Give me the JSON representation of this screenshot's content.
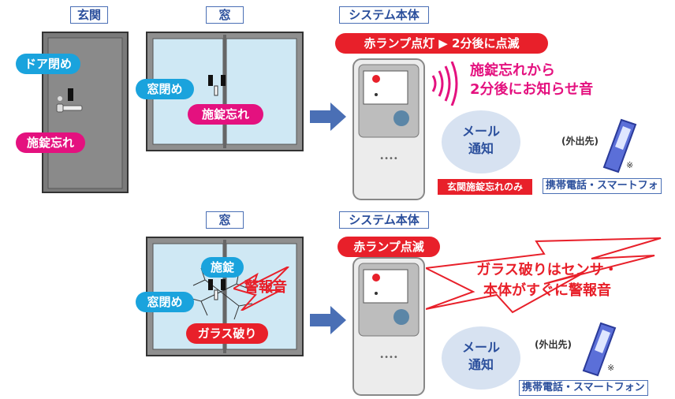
{
  "top": {
    "entrance_label": "玄関",
    "window_label": "窓",
    "system_label": "システム本体",
    "door_closed": "ドア閉め",
    "door_unlocked": "施錠忘れ",
    "window_closed": "窓閉め",
    "window_unlocked": "施錠忘れ",
    "lamp_status": "赤ランプ点灯 ▶ 2分後に点滅",
    "sound_note_line1": "施錠忘れから",
    "sound_note_line2": "2分後にお知らせ音",
    "mail_line1": "メール",
    "mail_line2": "通知",
    "mail_condition": "玄関施錠忘れのみ",
    "destination": "(外出先)",
    "kome": "※",
    "phone_label": "携帯電話・スマートフォ"
  },
  "bottom": {
    "window_label": "窓",
    "system_label": "システム本体",
    "locked": "施錠",
    "window_closed": "窓閉め",
    "alarm": "警報音",
    "glass_break": "ガラス破り",
    "lamp_status": "赤ランプ点滅",
    "alert_line1": "ガラス破りはセンサ・",
    "alert_line2": "本体がすぐに警報音",
    "mail_line1": "メール",
    "mail_line2": "通知",
    "destination": "(外出先)",
    "kome": "※",
    "phone_label": "携帯電話・スマートフォン"
  },
  "colors": {
    "cyan": "#1aa3dd",
    "pink": "#e4117f",
    "red": "#e8202a",
    "blue_arrow": "#4a6fb5",
    "door_gray": "#7a7a7a",
    "glass": "#cfe8f4"
  }
}
